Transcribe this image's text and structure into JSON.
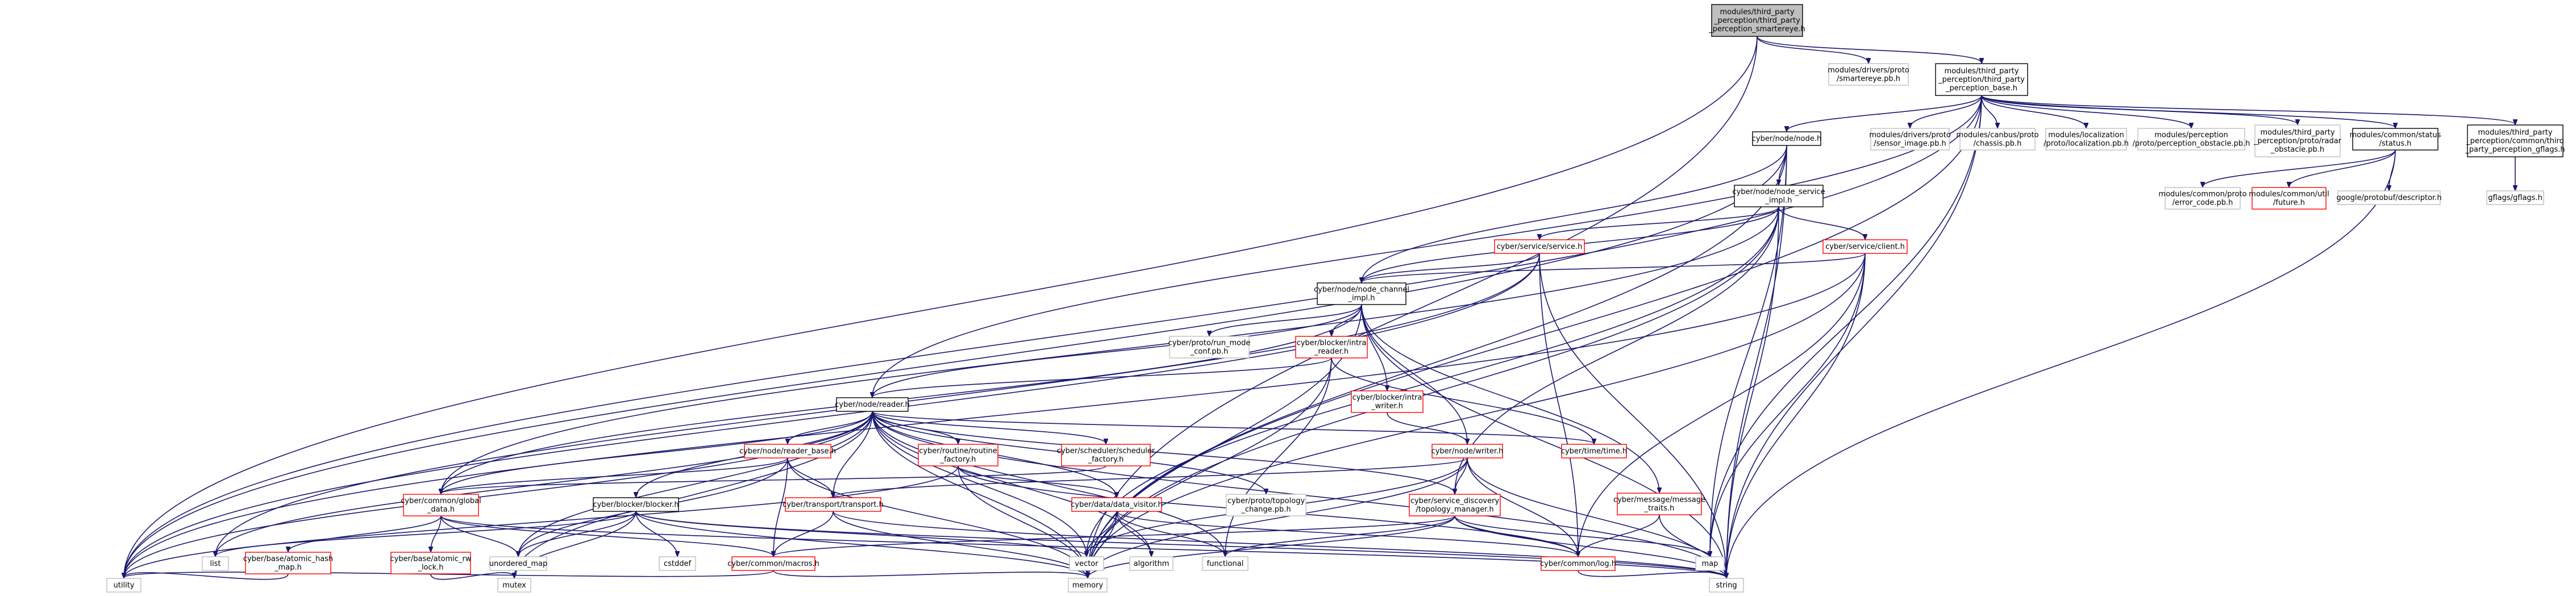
{
  "colors": {
    "edge": "#191970",
    "root_fill": "#bfbfbf",
    "normal_border": "#000000",
    "partial_border": "#ff0000",
    "external_border": "#bfbfbf"
  },
  "nodes": [
    {
      "id": "root",
      "kind": "root",
      "lines": [
        "modules/third_party",
        "_perception/third_party",
        "_perception_smartereye.h"
      ]
    },
    {
      "id": "smartereye_pb",
      "kind": "gray",
      "lines": [
        "modules/drivers/proto",
        "/smartereye.pb.h"
      ]
    },
    {
      "id": "tpp_base",
      "kind": "normal",
      "lines": [
        "modules/third_party",
        "_perception/third_party",
        "_perception_base.h"
      ]
    },
    {
      "id": "node_h",
      "kind": "normal",
      "lines": [
        "cyber/node/node.h"
      ]
    },
    {
      "id": "sensor_image_pb",
      "kind": "gray",
      "lines": [
        "modules/drivers/proto",
        "/sensor_image.pb.h"
      ]
    },
    {
      "id": "chassis_pb",
      "kind": "gray",
      "lines": [
        "modules/canbus/proto",
        "/chassis.pb.h"
      ]
    },
    {
      "id": "localization_pb",
      "kind": "gray",
      "lines": [
        "modules/localization",
        "/proto/localization.pb.h"
      ]
    },
    {
      "id": "perception_obstacle_pb",
      "kind": "gray",
      "lines": [
        "modules/perception",
        "/proto/perception_obstacle.pb.h"
      ]
    },
    {
      "id": "radar_obstacle_pb",
      "kind": "gray",
      "lines": [
        "modules/third_party",
        "_perception/proto/radar",
        "_obstacle.pb.h"
      ]
    },
    {
      "id": "status_h",
      "kind": "normal",
      "lines": [
        "modules/common/status",
        "/status.h"
      ]
    },
    {
      "id": "tpp_gflags",
      "kind": "normal",
      "lines": [
        "modules/third_party",
        "_perception/common/third",
        "_party_perception_gflags.h"
      ]
    },
    {
      "id": "gflags",
      "kind": "gray",
      "lines": [
        "gflags/gflags.h"
      ]
    },
    {
      "id": "node_service_impl",
      "kind": "normal",
      "lines": [
        "cyber/node/node_service",
        "_impl.h"
      ]
    },
    {
      "id": "error_code_pb",
      "kind": "gray",
      "lines": [
        "modules/common/proto",
        "/error_code.pb.h"
      ]
    },
    {
      "id": "future_h",
      "kind": "red",
      "lines": [
        "modules/common/util",
        "/future.h"
      ]
    },
    {
      "id": "descriptor_h",
      "kind": "gray",
      "lines": [
        "google/protobuf/descriptor.h"
      ]
    },
    {
      "id": "service_h",
      "kind": "red",
      "lines": [
        "cyber/service/service.h"
      ]
    },
    {
      "id": "client_h",
      "kind": "red",
      "lines": [
        "cyber/service/client.h"
      ]
    },
    {
      "id": "node_channel_impl",
      "kind": "normal",
      "lines": [
        "cyber/node/node_channel",
        "_impl.h"
      ]
    },
    {
      "id": "run_mode_conf_pb",
      "kind": "gray",
      "lines": [
        "cyber/proto/run_mode",
        "_conf.pb.h"
      ]
    },
    {
      "id": "intra_reader",
      "kind": "red",
      "lines": [
        "cyber/blocker/intra",
        "_reader.h"
      ]
    },
    {
      "id": "reader_h",
      "kind": "normal",
      "lines": [
        "cyber/node/reader.h"
      ]
    },
    {
      "id": "intra_writer",
      "kind": "red",
      "lines": [
        "cyber/blocker/intra",
        "_writer.h"
      ]
    },
    {
      "id": "writer_h",
      "kind": "red",
      "lines": [
        "cyber/node/writer.h"
      ]
    },
    {
      "id": "scheduler_factory",
      "kind": "red",
      "lines": [
        "cyber/scheduler/scheduler",
        "_factory.h"
      ]
    },
    {
      "id": "reader_base",
      "kind": "red",
      "lines": [
        "cyber/node/reader_base.h"
      ]
    },
    {
      "id": "routine_factory",
      "kind": "red",
      "lines": [
        "cyber/routine/routine",
        "_factory.h"
      ]
    },
    {
      "id": "time_h",
      "kind": "red",
      "lines": [
        "cyber/time/time.h"
      ]
    },
    {
      "id": "message_traits",
      "kind": "red",
      "lines": [
        "cyber/message/message",
        "_traits.h"
      ]
    },
    {
      "id": "global_data",
      "kind": "red",
      "lines": [
        "cyber/common/global",
        "_data.h"
      ]
    },
    {
      "id": "blocker_h",
      "kind": "normal",
      "lines": [
        "cyber/blocker/blocker.h"
      ]
    },
    {
      "id": "transport_h",
      "kind": "red",
      "lines": [
        "cyber/transport/transport.h"
      ]
    },
    {
      "id": "data_visitor",
      "kind": "red",
      "lines": [
        "cyber/data/data_visitor.h"
      ]
    },
    {
      "id": "topology_change_pb",
      "kind": "gray",
      "lines": [
        "cyber/proto/topology",
        "_change.pb.h"
      ]
    },
    {
      "id": "topology_manager",
      "kind": "red",
      "lines": [
        "cyber/service_discovery",
        "/topology_manager.h"
      ]
    },
    {
      "id": "atomic_hash_map",
      "kind": "red",
      "lines": [
        "cyber/base/atomic_hash",
        "_map.h"
      ]
    },
    {
      "id": "atomic_rw_lock",
      "kind": "red",
      "lines": [
        "cyber/base/atomic_rw",
        "_lock.h"
      ]
    },
    {
      "id": "macros_h",
      "kind": "red",
      "lines": [
        "cyber/common/macros.h"
      ]
    },
    {
      "id": "log_h",
      "kind": "red",
      "lines": [
        "cyber/common/log.h"
      ]
    },
    {
      "id": "list",
      "kind": "gray",
      "lines": [
        "list"
      ]
    },
    {
      "id": "unordered_map",
      "kind": "gray",
      "lines": [
        "unordered_map"
      ]
    },
    {
      "id": "cstddef",
      "kind": "gray",
      "lines": [
        "cstddef"
      ]
    },
    {
      "id": "vector",
      "kind": "gray",
      "lines": [
        "vector"
      ]
    },
    {
      "id": "algorithm",
      "kind": "gray",
      "lines": [
        "algorithm"
      ]
    },
    {
      "id": "functional",
      "kind": "gray",
      "lines": [
        "functional"
      ]
    },
    {
      "id": "map",
      "kind": "gray",
      "lines": [
        "map"
      ]
    },
    {
      "id": "utility",
      "kind": "gray",
      "lines": [
        "utility"
      ]
    },
    {
      "id": "mutex",
      "kind": "gray",
      "lines": [
        "mutex"
      ]
    },
    {
      "id": "memory",
      "kind": "gray",
      "lines": [
        "memory"
      ]
    },
    {
      "id": "string",
      "kind": "gray",
      "lines": [
        "string"
      ]
    }
  ],
  "edges": [
    [
      "root",
      "smartereye_pb"
    ],
    [
      "root",
      "tpp_base"
    ],
    [
      "root",
      "memory"
    ],
    [
      "root",
      "utility"
    ],
    [
      "tpp_base",
      "node_h"
    ],
    [
      "tpp_base",
      "sensor_image_pb"
    ],
    [
      "tpp_base",
      "chassis_pb"
    ],
    [
      "tpp_base",
      "localization_pb"
    ],
    [
      "tpp_base",
      "perception_obstacle_pb"
    ],
    [
      "tpp_base",
      "radar_obstacle_pb"
    ],
    [
      "tpp_base",
      "status_h"
    ],
    [
      "tpp_base",
      "tpp_gflags"
    ],
    [
      "tpp_base",
      "reader_h"
    ],
    [
      "tpp_base",
      "memory"
    ],
    [
      "tpp_base",
      "string"
    ],
    [
      "tpp_base",
      "map"
    ],
    [
      "tpp_base",
      "utility"
    ],
    [
      "tpp_gflags",
      "gflags"
    ],
    [
      "status_h",
      "error_code_pb"
    ],
    [
      "status_h",
      "future_h"
    ],
    [
      "status_h",
      "descriptor_h"
    ],
    [
      "status_h",
      "string"
    ],
    [
      "node_h",
      "node_service_impl"
    ],
    [
      "node_h",
      "node_channel_impl"
    ],
    [
      "node_h",
      "memory"
    ],
    [
      "node_h",
      "string"
    ],
    [
      "node_h",
      "utility"
    ],
    [
      "node_h",
      "map"
    ],
    [
      "node_service_impl",
      "service_h"
    ],
    [
      "node_service_impl",
      "client_h"
    ],
    [
      "node_service_impl",
      "node_channel_impl"
    ],
    [
      "node_service_impl",
      "global_data"
    ],
    [
      "node_service_impl",
      "topology_manager"
    ],
    [
      "node_service_impl",
      "memory"
    ],
    [
      "node_service_impl",
      "string"
    ],
    [
      "node_service_impl",
      "vector"
    ],
    [
      "service_h",
      "node_channel_impl"
    ],
    [
      "service_h",
      "list"
    ],
    [
      "service_h",
      "log_h"
    ],
    [
      "service_h",
      "string"
    ],
    [
      "service_h",
      "utility"
    ],
    [
      "client_h",
      "node_channel_impl"
    ],
    [
      "client_h",
      "log_h"
    ],
    [
      "client_h",
      "map"
    ],
    [
      "client_h",
      "memory"
    ],
    [
      "client_h",
      "string"
    ],
    [
      "client_h",
      "utility"
    ],
    [
      "node_channel_impl",
      "run_mode_conf_pb"
    ],
    [
      "node_channel_impl",
      "intra_reader"
    ],
    [
      "node_channel_impl",
      "intra_writer"
    ],
    [
      "node_channel_impl",
      "reader_h"
    ],
    [
      "node_channel_impl",
      "writer_h"
    ],
    [
      "node_channel_impl",
      "message_traits"
    ],
    [
      "node_channel_impl",
      "global_data"
    ],
    [
      "node_channel_impl",
      "memory"
    ],
    [
      "node_channel_impl",
      "string"
    ],
    [
      "intra_reader",
      "reader_h"
    ],
    [
      "intra_reader",
      "time_h"
    ],
    [
      "intra_reader",
      "functional"
    ],
    [
      "intra_reader",
      "memory"
    ],
    [
      "intra_writer",
      "writer_h"
    ],
    [
      "reader_h",
      "scheduler_factory"
    ],
    [
      "reader_h",
      "reader_base"
    ],
    [
      "reader_h",
      "routine_factory"
    ],
    [
      "reader_h",
      "time_h"
    ],
    [
      "reader_h",
      "global_data"
    ],
    [
      "reader_h",
      "blocker_h"
    ],
    [
      "reader_h",
      "transport_h"
    ],
    [
      "reader_h",
      "data_visitor"
    ],
    [
      "reader_h",
      "topology_change_pb"
    ],
    [
      "reader_h",
      "topology_manager"
    ],
    [
      "reader_h",
      "list"
    ],
    [
      "reader_h",
      "unordered_map"
    ],
    [
      "reader_h",
      "vector"
    ],
    [
      "reader_h",
      "algorithm"
    ],
    [
      "reader_h",
      "functional"
    ],
    [
      "reader_h",
      "memory"
    ],
    [
      "reader_h",
      "string"
    ],
    [
      "reader_h",
      "utility"
    ],
    [
      "reader_h",
      "mutex"
    ],
    [
      "writer_h",
      "transport_h"
    ],
    [
      "writer_h",
      "topology_manager"
    ],
    [
      "writer_h",
      "log_h"
    ],
    [
      "writer_h",
      "memory"
    ],
    [
      "writer_h",
      "string"
    ],
    [
      "writer_h",
      "vector"
    ],
    [
      "scheduler_factory",
      "global_data"
    ],
    [
      "reader_base",
      "global_data"
    ],
    [
      "reader_base",
      "macros_h"
    ],
    [
      "reader_base",
      "transport_h"
    ],
    [
      "reader_base",
      "unordered_map"
    ],
    [
      "reader_base",
      "memory"
    ],
    [
      "routine_factory",
      "data_visitor"
    ],
    [
      "routine_factory",
      "log_h"
    ],
    [
      "routine_factory",
      "memory"
    ],
    [
      "routine_factory",
      "utility"
    ],
    [
      "message_traits",
      "log_h"
    ],
    [
      "message_traits",
      "string"
    ],
    [
      "global_data",
      "atomic_hash_map"
    ],
    [
      "global_data",
      "atomic_rw_lock"
    ],
    [
      "global_data",
      "macros_h"
    ],
    [
      "global_data",
      "unordered_map"
    ],
    [
      "global_data",
      "string"
    ],
    [
      "blocker_h",
      "cstddef"
    ],
    [
      "blocker_h",
      "list"
    ],
    [
      "blocker_h",
      "vector"
    ],
    [
      "blocker_h",
      "unordered_map"
    ],
    [
      "blocker_h",
      "mutex"
    ],
    [
      "blocker_h",
      "string"
    ],
    [
      "blocker_h",
      "memory"
    ],
    [
      "transport_h",
      "macros_h"
    ],
    [
      "transport_h",
      "memory"
    ],
    [
      "transport_h",
      "string"
    ],
    [
      "data_visitor",
      "log_h"
    ],
    [
      "data_visitor",
      "vector"
    ],
    [
      "data_visitor",
      "algorithm"
    ],
    [
      "data_visitor",
      "functional"
    ],
    [
      "data_visitor",
      "memory"
    ],
    [
      "topology_manager",
      "macros_h"
    ],
    [
      "topology_manager",
      "log_h"
    ],
    [
      "topology_manager",
      "map"
    ],
    [
      "topology_manager",
      "functional"
    ],
    [
      "topology_manager",
      "memory"
    ],
    [
      "topology_manager",
      "string"
    ],
    [
      "atomic_hash_map",
      "utility"
    ],
    [
      "atomic_rw_lock",
      "mutex"
    ],
    [
      "macros_h",
      "utility"
    ],
    [
      "macros_h",
      "memory"
    ],
    [
      "log_h",
      "string"
    ]
  ]
}
